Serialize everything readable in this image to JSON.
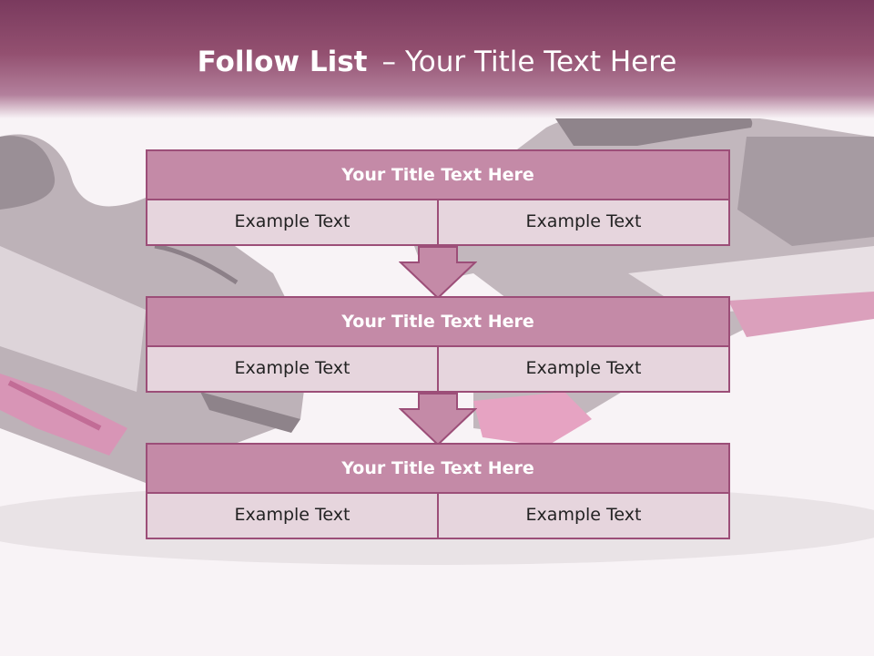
{
  "header": {
    "title_bold": "Follow List",
    "title_dash": "–",
    "title_rest": "Your Title Text Here"
  },
  "blocks": [
    {
      "title": "Your Title Text Here",
      "left": "Example Text",
      "right": "Example Text"
    },
    {
      "title": "Your Title Text Here",
      "left": "Example Text",
      "right": "Example Text"
    },
    {
      "title": "Your Title Text Here",
      "left": "Example Text",
      "right": "Example Text"
    }
  ],
  "colors": {
    "header_top": "#7a3a5e",
    "block_title_fill": "#c48aa7",
    "block_cell_fill": "#e6d5dd",
    "border": "#9c4e78",
    "arrow_fill": "#c48aa7"
  },
  "icons": [
    "arrow-down-icon",
    "arrow-down-icon"
  ]
}
